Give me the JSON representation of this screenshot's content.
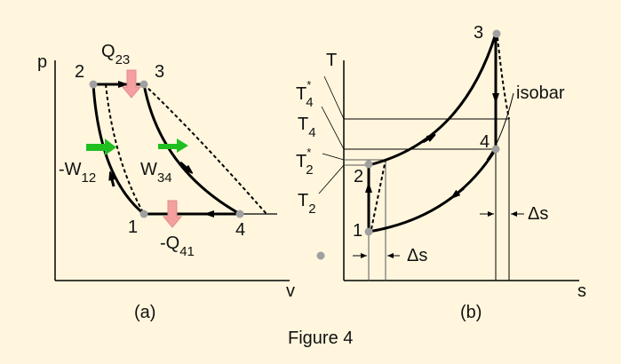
{
  "figure": {
    "caption": "Figure 4",
    "background": "#fff6dd",
    "colors": {
      "line": "#000000",
      "point": "#a0a0a0",
      "heat_arrow": "#f4a0a0",
      "work_arrow": "#1fbf1f"
    }
  },
  "diagram_a": {
    "panel_label": "(a)",
    "axes": {
      "y": "p",
      "x": "v"
    },
    "points": [
      "1",
      "2",
      "3",
      "4"
    ],
    "heat_in": {
      "symbol": "Q",
      "subscript": "23"
    },
    "heat_out": {
      "symbol": "-Q",
      "subscript": "41"
    },
    "work_in": {
      "symbol": "-W",
      "subscript": "12"
    },
    "work_out": {
      "symbol": "W",
      "subscript": "34"
    }
  },
  "diagram_b": {
    "panel_label": "(b)",
    "axes": {
      "y": "T",
      "x": "s"
    },
    "points": [
      "1",
      "2",
      "3",
      "4"
    ],
    "temp_labels": [
      {
        "base": "T",
        "sup": "*",
        "sub": "4"
      },
      {
        "base": "T",
        "sup": "",
        "sub": "4"
      },
      {
        "base": "T",
        "sup": "*",
        "sub": "2"
      },
      {
        "base": "T",
        "sup": "",
        "sub": "2"
      }
    ],
    "isobar_label": "isobar",
    "delta_s_label": "Δs"
  }
}
